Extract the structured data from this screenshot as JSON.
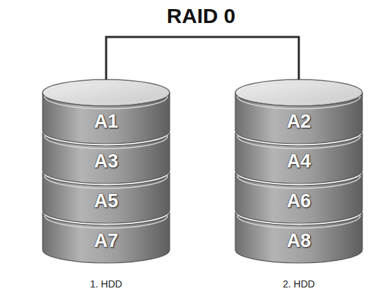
{
  "diagram": {
    "title": "RAID 0",
    "nodes": [
      {
        "text": [
          "1. HDD"
        ]
      },
      {
        "text": [
          "A1"
        ],
        "in": 0
      },
      {
        "text": [
          "A3"
        ],
        "in": 0
      },
      {
        "text": [
          "A5"
        ],
        "in": 0
      },
      {
        "text": [
          "A7"
        ],
        "in": 0
      },
      {
        "text": [
          "2. HDD"
        ]
      },
      {
        "text": [
          "A2"
        ],
        "in": 5
      },
      {
        "text": [
          "A4"
        ],
        "in": 5
      },
      {
        "text": [
          "A6"
        ],
        "in": 5
      },
      {
        "text": [
          "A8"
        ],
        "in": 5
      }
    ],
    "edges": [
      {
        "from": 0,
        "to": 5,
        "arrow": "none"
      }
    ]
  }
}
